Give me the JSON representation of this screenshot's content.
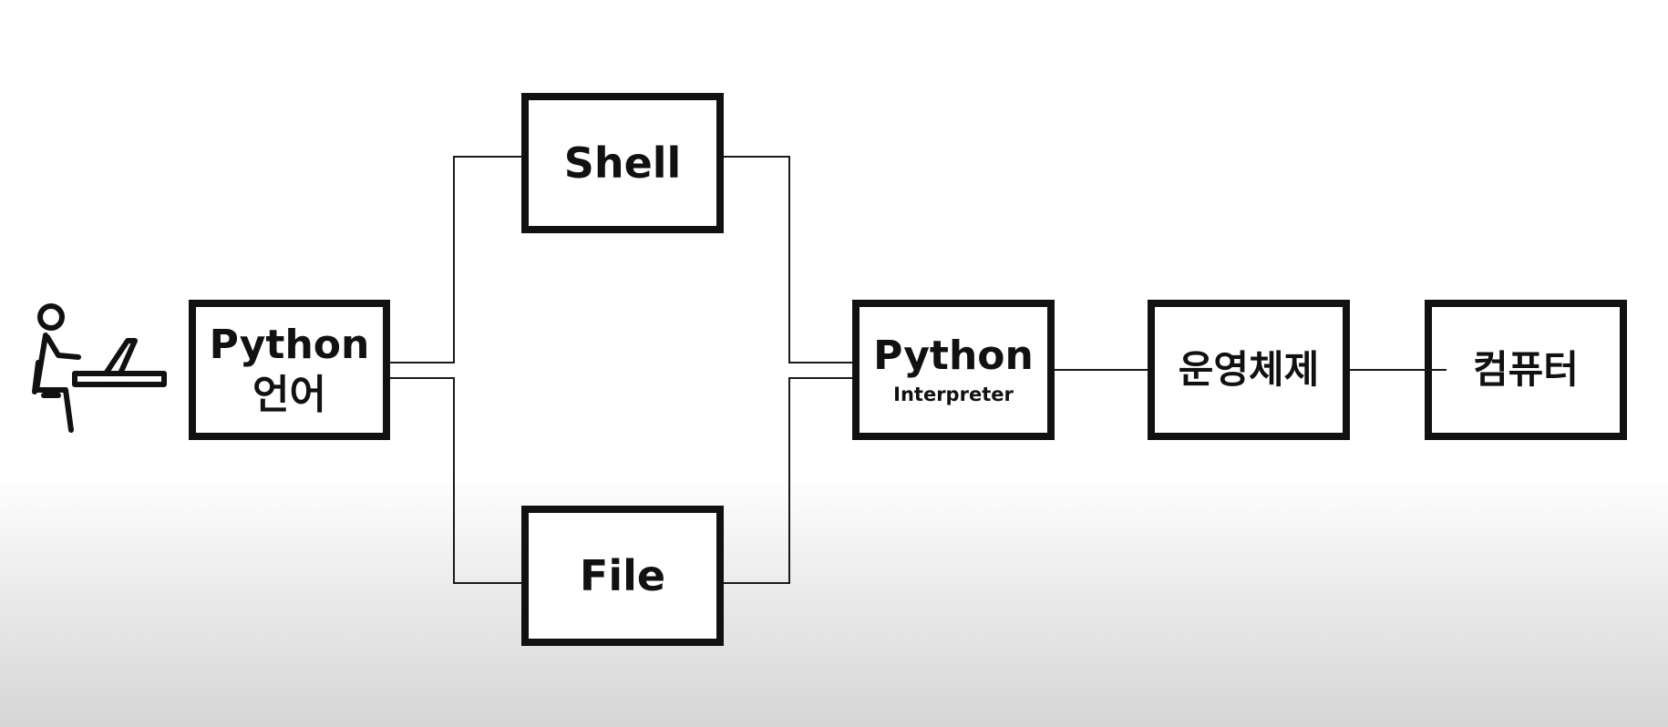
{
  "nodes": {
    "python_lang": {
      "line1": "Python",
      "line2": "언어"
    },
    "shell": {
      "label": "Shell"
    },
    "file": {
      "label": "File"
    },
    "interpreter": {
      "label": "Python",
      "sublabel": "Interpreter"
    },
    "os": {
      "label": "운영체제"
    },
    "computer": {
      "label": "컴퓨터"
    }
  },
  "icons": {
    "user": "person-at-laptop-icon"
  },
  "colors": {
    "stroke": "#111111",
    "background": "#ffffff"
  }
}
